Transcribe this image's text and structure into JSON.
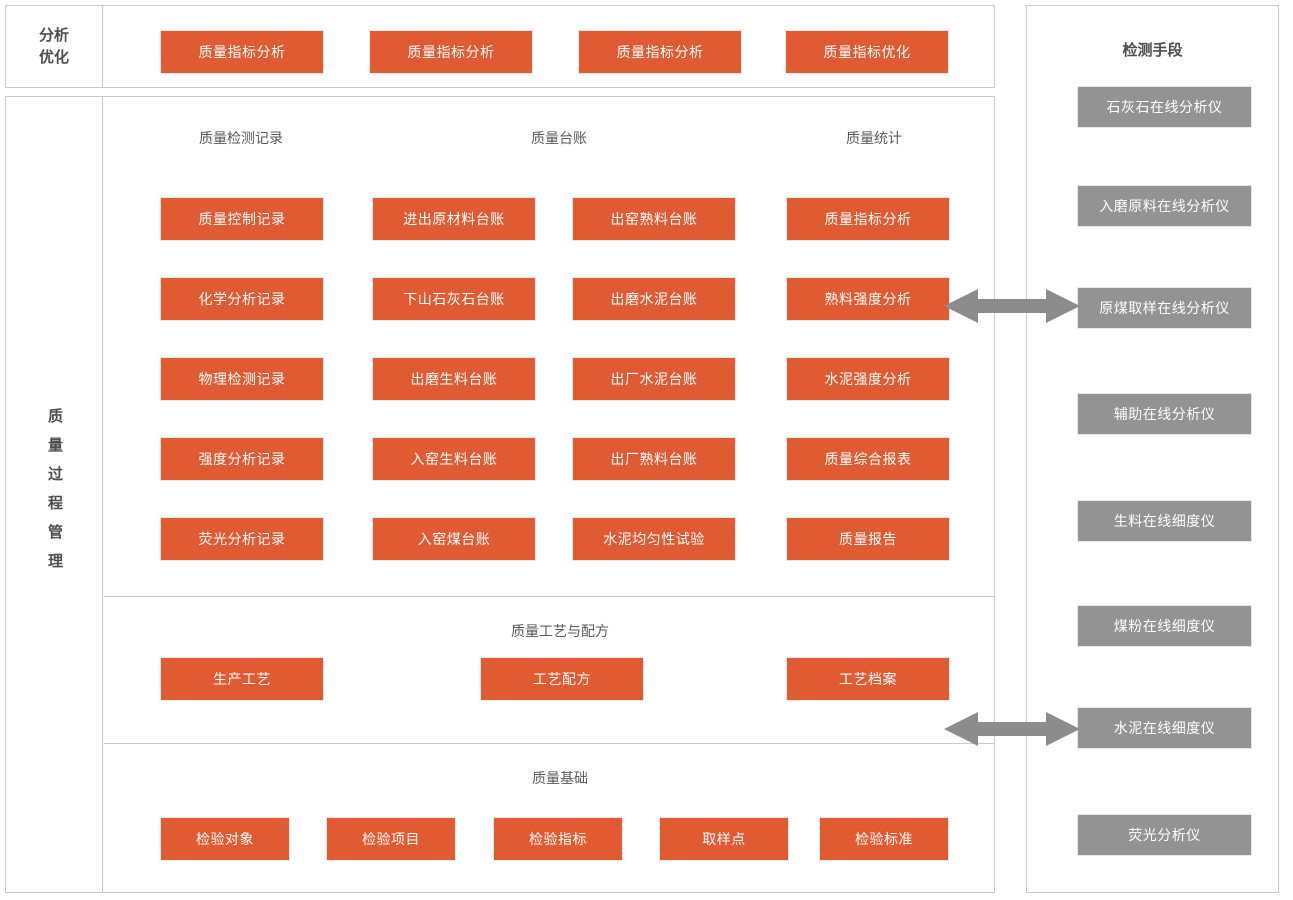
{
  "top_panel": {
    "side_label_line1": "分析",
    "side_label_line2": "优化",
    "buttons": [
      {
        "label": "质量指标分析"
      },
      {
        "label": "质量指标分析"
      },
      {
        "label": "质量指标分析"
      },
      {
        "label": "质量指标优化"
      }
    ]
  },
  "main_panel": {
    "side_label": "质量过程管理",
    "process_section": {
      "column_titles": [
        "质量检测记录",
        "质量台账",
        "质量统计"
      ],
      "columns": [
        {
          "title": "质量检测记录",
          "items": [
            "质量控制记录",
            "化学分析记录",
            "物理检测记录",
            "强度分析记录",
            "荧光分析记录"
          ]
        },
        {
          "title": "质量台账",
          "items": [
            "进出原材料台账",
            "下山石灰石台账",
            "出磨生料台账",
            "入窑生料台账",
            "入窑煤台账"
          ]
        },
        {
          "title": "",
          "items": [
            "出窑熟料台账",
            "出磨水泥台账",
            "出厂水泥台账",
            "出厂熟料台账",
            "水泥均匀性试验"
          ]
        },
        {
          "title": "质量统计",
          "items": [
            "质量指标分析",
            "熟料强度分析",
            "水泥强度分析",
            "质量综合报表",
            "质量报告"
          ]
        }
      ]
    },
    "craft_section": {
      "title": "质量工艺与配方",
      "items": [
        "生产工艺",
        "工艺配方",
        "工艺档案"
      ]
    },
    "basis_section": {
      "title": "质量基础",
      "items": [
        "检验对象",
        "检验项目",
        "检验指标",
        "取样点",
        "检验标准"
      ]
    }
  },
  "right_panel": {
    "title": "检测手段",
    "items": [
      "石灰石在线分析仪",
      "入磨原料在线分析仪",
      "原煤取样在线分析仪",
      "辅助在线分析仪",
      "生料在线细度仪",
      "煤粉在线细度仪",
      "水泥在线细度仪",
      "荧光分析仪"
    ]
  },
  "connectors": [
    {
      "name": "upper-double-arrow",
      "from": "熟料强度分析",
      "to": "原煤取样在线分析仪"
    },
    {
      "name": "lower-double-arrow",
      "from": "工艺档案",
      "to": "水泥在线细度仪"
    }
  ],
  "colors": {
    "orange": "#e15b32",
    "gray": "#939393",
    "arrow": "#8c8c8c",
    "border": "#c9c9c9",
    "text": "#595959"
  }
}
